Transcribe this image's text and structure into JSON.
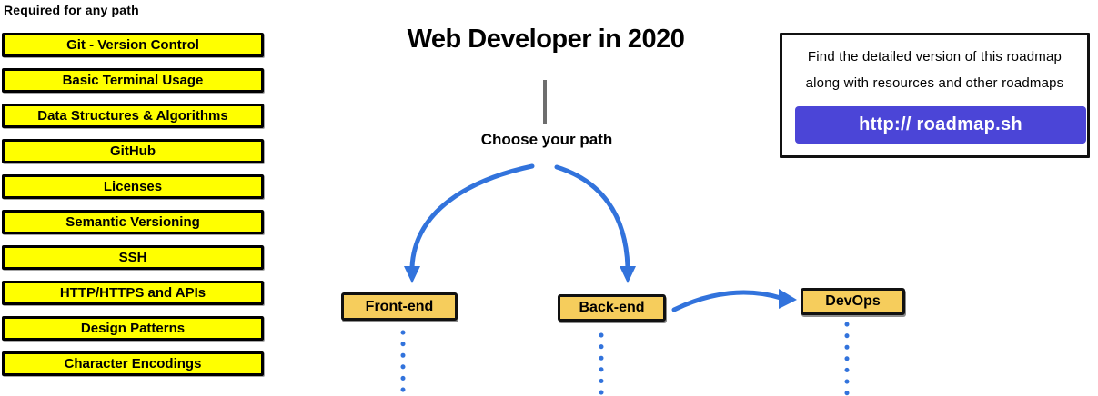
{
  "sidebar": {
    "header": "Required for any path",
    "items": [
      "Git - Version Control",
      "Basic Terminal Usage",
      "Data Structures & Algorithms",
      "GitHub",
      "Licenses",
      "Semantic Versioning",
      "SSH",
      "HTTP/HTTPS and APIs",
      "Design Patterns",
      "Character Encodings"
    ]
  },
  "main": {
    "title": "Web Developer in 2020",
    "choose_label": "Choose your path",
    "paths": [
      {
        "label": "Front-end"
      },
      {
        "label": "Back-end"
      },
      {
        "label": "DevOps"
      }
    ]
  },
  "info_box": {
    "line1": "Find the detailed version of this roadmap",
    "line2": "along with resources and other roadmaps",
    "button_label": "http:// roadmap.sh"
  },
  "colors": {
    "highlight_yellow": "#FFFF00",
    "node_amber": "#F6CD5C",
    "arrow_blue": "#3273DC",
    "button_indigo": "#4B45D7",
    "connector_gray": "#6E6E6E"
  }
}
